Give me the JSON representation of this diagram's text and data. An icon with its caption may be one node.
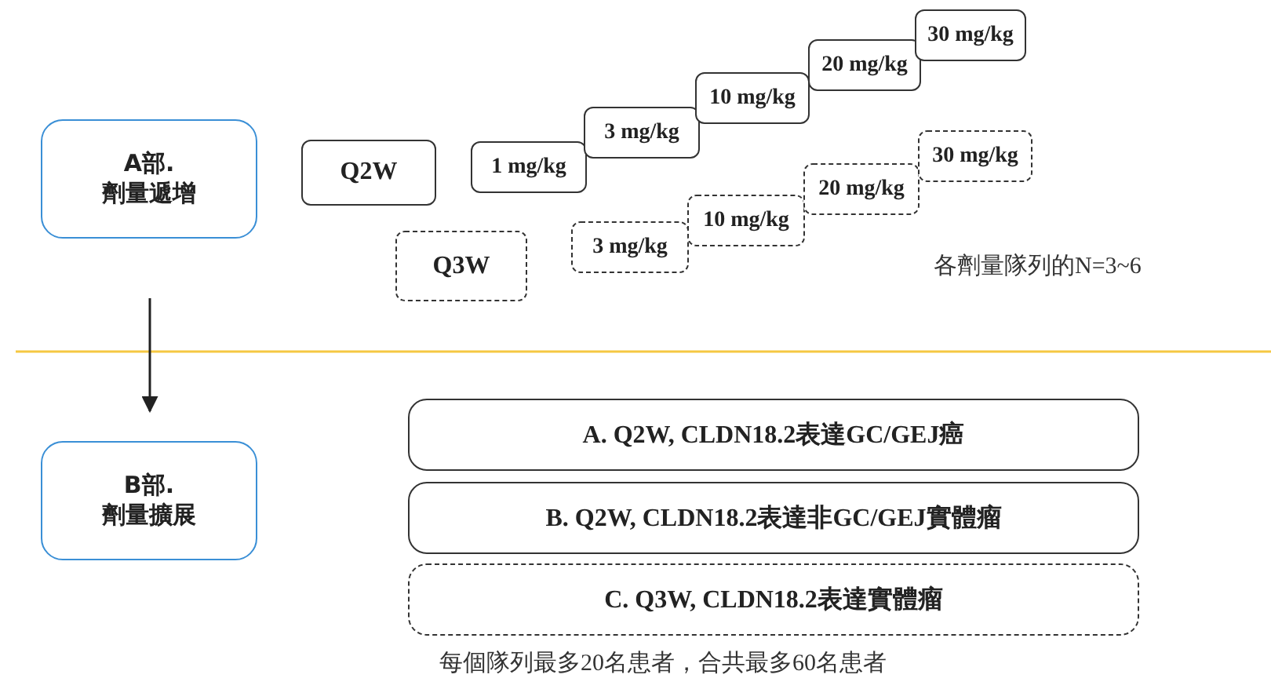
{
  "diagram": {
    "nodes": [
      {
        "text": [
          "A部. 劑量遞增"
        ]
      },
      {
        "text": [
          "Q2W"
        ]
      },
      {
        "text": [
          "1 mg/kg"
        ]
      },
      {
        "text": [
          "3 mg/kg"
        ]
      },
      {
        "text": [
          "10 mg/kg"
        ]
      },
      {
        "text": [
          "20 mg/kg"
        ]
      },
      {
        "text": [
          "30 mg/kg"
        ]
      },
      {
        "text": [
          "Q3W"
        ]
      },
      {
        "text": [
          "3 mg/kg"
        ]
      },
      {
        "text": [
          "10 mg/kg"
        ]
      },
      {
        "text": [
          "20 mg/kg"
        ]
      },
      {
        "text": [
          "30 mg/kg"
        ]
      },
      {
        "text": [
          "B部. 劑量擴展"
        ]
      },
      {
        "text": [
          "A. Q2W, CLDN18.2表達GC/GEJ癌"
        ]
      },
      {
        "text": [
          "B. Q2W, CLDN18.2表達非GC/GEJ實體瘤"
        ]
      },
      {
        "text": [
          "C. Q3W, CLDN18.2表達實體瘤"
        ]
      }
    ],
    "edges": [
      {
        "from": 0,
        "to": 12,
        "arrow": "to"
      }
    ],
    "labels": [
      "各劑量隊列的N=3~6",
      "每個隊列最多20名患者，合共最多60名患者"
    ]
  }
}
